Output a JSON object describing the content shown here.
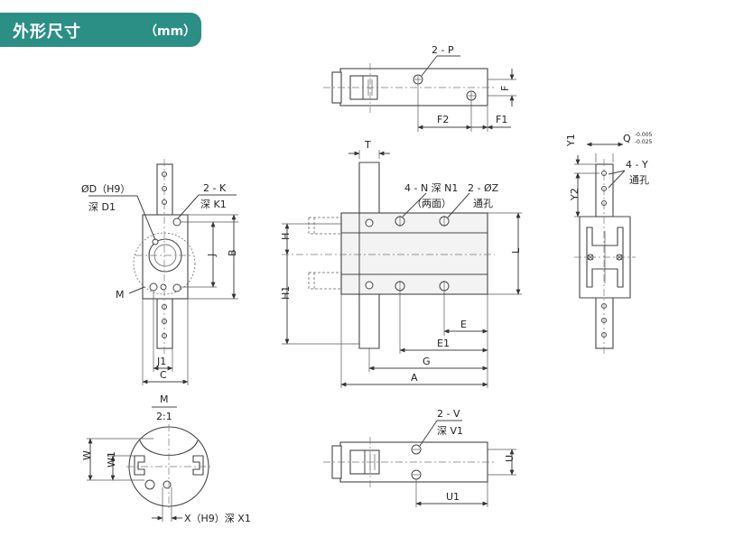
{
  "header": {
    "title": "外形尺寸",
    "unit": "（mm）",
    "accent_color": "#2b8f86"
  },
  "labels": {
    "top_view": {
      "holes": "2 - P",
      "f": "F",
      "f1": "F1",
      "f2": "F2"
    },
    "end_view": {
      "diameter": "ØD（H9）",
      "depth_d1": "深 D1",
      "tap": "2 - K",
      "depth_k1": "深 K1",
      "j": "J",
      "b": "B",
      "m": "M",
      "j1": "J1",
      "c": "C"
    },
    "front_view": {
      "t": "T",
      "tap_n": "4 - N 深 N1",
      "both_sides": "（两面）",
      "hole_z": "2 - ØZ",
      "through_z": "通孔",
      "h": "H",
      "h1": "H1",
      "l": "L",
      "e": "E",
      "e1": "E1",
      "g": "G",
      "a": "A"
    },
    "side_view": {
      "y1": "Y1",
      "y2": "Y2",
      "q": "Q",
      "q_upper_tol": "-0.005",
      "q_lower_tol": "-0.025",
      "hole_y": "4 - Y",
      "through_y": "通孔"
    },
    "detail_m": {
      "title": "M",
      "scale": "2:1",
      "w": "W",
      "w1": "W1",
      "x": "X（H9）深 X1"
    },
    "bottom_view": {
      "holes": "2 - V",
      "depth_v1": "深 V1",
      "u": "U",
      "u1": "U1"
    }
  }
}
